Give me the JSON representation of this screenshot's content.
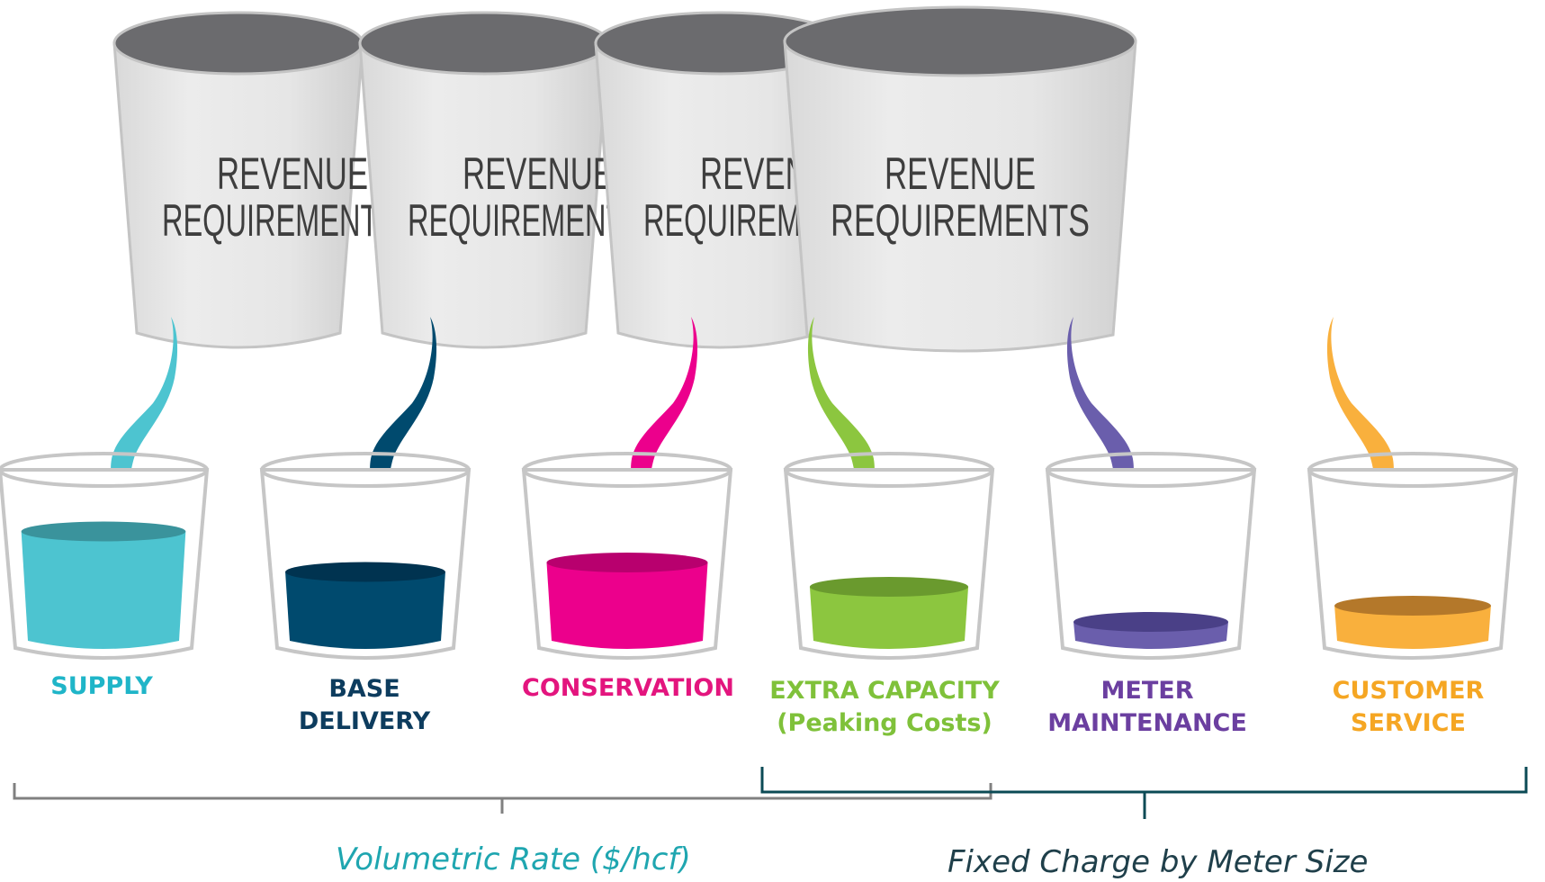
{
  "buckets": [
    {
      "line1": "REVENUE",
      "line2": "REQUIREMENTS"
    },
    {
      "line1": "REVENUE",
      "line2": "REQUIREMENTS"
    },
    {
      "line1": "REVENUE",
      "line2": "REQUIREMENTS"
    },
    {
      "line1": "REVENUE",
      "line2": "REQUIREMENTS"
    }
  ],
  "categories": [
    {
      "line1": "SUPPLY",
      "line2": "",
      "color": "#4dc4d0",
      "surface": "#3a939c",
      "fill_level": 0.85
    },
    {
      "line1": "BASE",
      "line2": "DELIVERY",
      "color": "#004a6e",
      "surface": "#003350",
      "fill_level": 0.55
    },
    {
      "line1": "CONSERVATION",
      "line2": "",
      "color": "#ec008c",
      "surface": "#b8006e",
      "fill_level": 0.62
    },
    {
      "line1": "EXTRA CAPACITY",
      "line2": "(Peaking Costs)",
      "color": "#8cc63f",
      "surface": "#6a9a2e",
      "fill_level": 0.44
    },
    {
      "line1": "METER",
      "line2": "MAINTENANCE",
      "color": "#6a5eac",
      "surface": "#4a4087",
      "fill_level": 0.18
    },
    {
      "line1": "CUSTOMER",
      "line2": "SERVICE",
      "color": "#f9b03d",
      "surface": "#b4782a",
      "fill_level": 0.3
    }
  ],
  "groups": {
    "volumetric": {
      "label": "Volumetric Rate ($/hcf)",
      "color": "#1fa6b0"
    },
    "fixed": {
      "label": "Fixed Charge by Meter Size",
      "color": "#1f3f4a"
    }
  },
  "colors": {
    "bucket_body": "#e8e8e8",
    "bucket_top": "#6b6b6e",
    "bracket_gray": "#808080",
    "bracket_teal": "#0b4a55"
  }
}
